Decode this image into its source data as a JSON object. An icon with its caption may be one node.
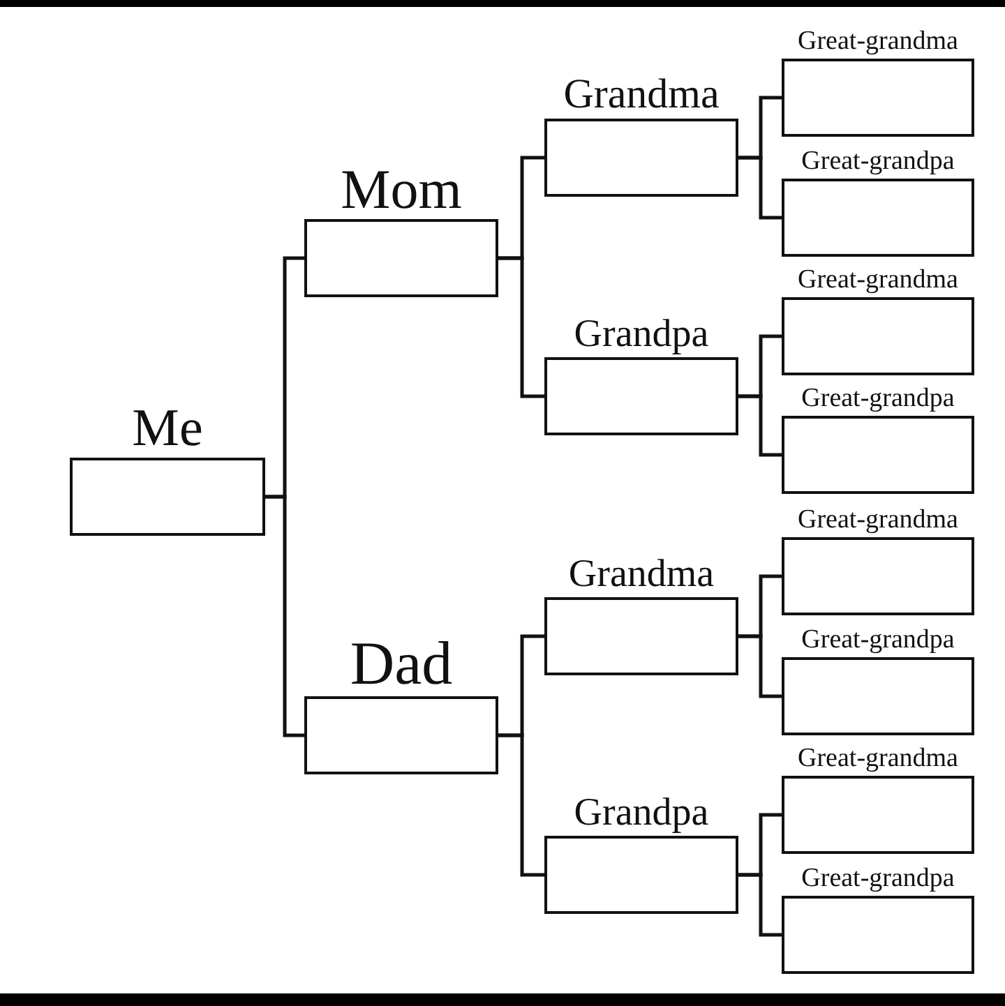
{
  "diagram": {
    "nodes": [
      {
        "text": [
          "Me"
        ]
      },
      {
        "text": [
          "Mom"
        ]
      },
      {
        "text": [
          "Grandma"
        ]
      },
      {
        "text": [
          "Great-grandma"
        ]
      },
      {
        "text": [
          "Great-grandpa"
        ]
      },
      {
        "text": [
          "Grandpa"
        ]
      },
      {
        "text": [
          "Great-grandma"
        ]
      },
      {
        "text": [
          "Great-grandpa"
        ]
      },
      {
        "text": [
          "Dad"
        ]
      },
      {
        "text": [
          "Grandma"
        ]
      },
      {
        "text": [
          "Great-grandma"
        ]
      },
      {
        "text": [
          "Great-grandpa"
        ]
      },
      {
        "text": [
          "Grandpa"
        ]
      },
      {
        "text": [
          "Great-grandma"
        ]
      },
      {
        "text": [
          "Great-grandpa"
        ]
      }
    ],
    "edges": [
      {
        "from": 0,
        "to": 1,
        "arrow": "none"
      },
      {
        "from": 0,
        "to": 8,
        "arrow": "none"
      },
      {
        "from": 1,
        "to": 2,
        "arrow": "none"
      },
      {
        "from": 1,
        "to": 5,
        "arrow": "none"
      },
      {
        "from": 2,
        "to": 3,
        "arrow": "none"
      },
      {
        "from": 2,
        "to": 4,
        "arrow": "none"
      },
      {
        "from": 5,
        "to": 6,
        "arrow": "none"
      },
      {
        "from": 5,
        "to": 7,
        "arrow": "none"
      },
      {
        "from": 8,
        "to": 9,
        "arrow": "none"
      },
      {
        "from": 8,
        "to": 12,
        "arrow": "none"
      },
      {
        "from": 9,
        "to": 10,
        "arrow": "none"
      },
      {
        "from": 9,
        "to": 11,
        "arrow": "none"
      },
      {
        "from": 12,
        "to": 13,
        "arrow": "none"
      },
      {
        "from": 12,
        "to": 14,
        "arrow": "none"
      }
    ]
  }
}
